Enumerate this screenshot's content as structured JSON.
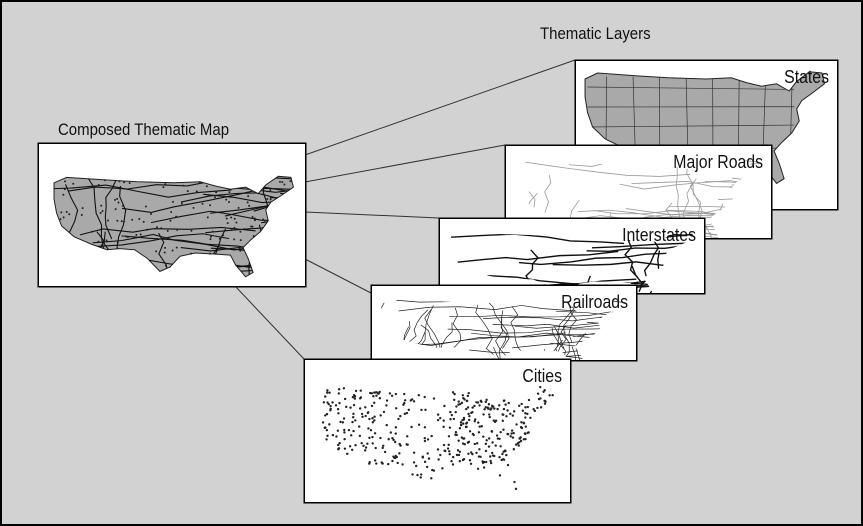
{
  "header": {
    "thematic_layers_label": "Thematic Layers"
  },
  "composed": {
    "label": "Composed Thematic Map"
  },
  "layers": [
    {
      "key": "states",
      "title": "States"
    },
    {
      "key": "major_roads",
      "title": "Major Roads"
    },
    {
      "key": "interstates",
      "title": "Interstates"
    },
    {
      "key": "railroads",
      "title": "Railroads"
    },
    {
      "key": "cities",
      "title": "Cities"
    }
  ],
  "colors": {
    "background": "#d2d2d2",
    "panel": "#ffffff",
    "state_fill": "#a9a9a9",
    "ink": "#111111"
  }
}
